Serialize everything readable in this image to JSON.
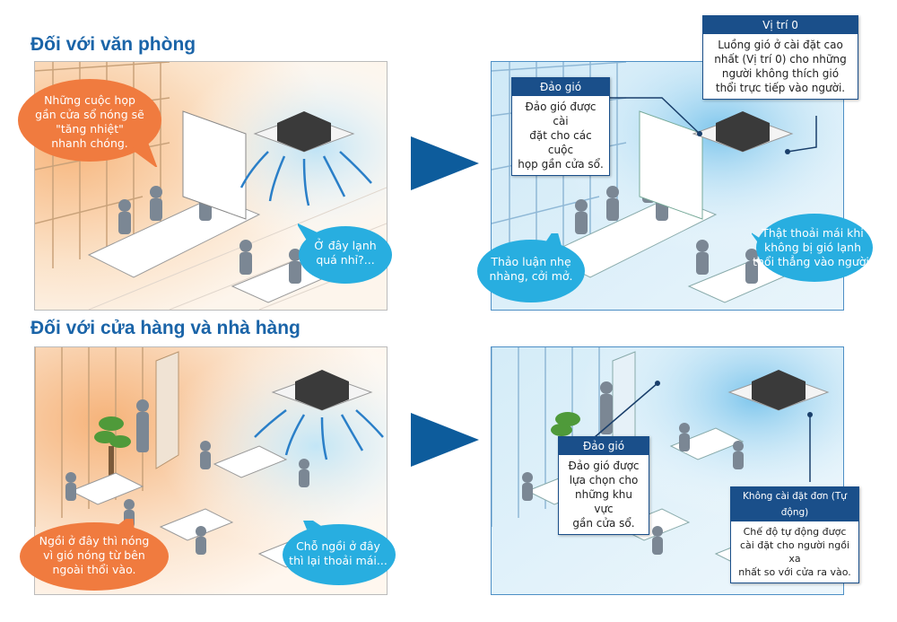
{
  "headings": {
    "office": "Đối với văn phòng",
    "store": "Đối với cửa hàng và nhà hàng"
  },
  "office_before": {
    "bubble_hot": "Những cuộc họp\ngần cửa sổ nóng sẽ\n\"tăng nhiệt\"\nnhanh chóng.",
    "bubble_cold": "Ở đây lạnh\nquá nhỉ?..."
  },
  "office_after": {
    "callout_vitri": {
      "title": "Vị trí 0",
      "body": "Luồng gió ở cài đặt cao\nnhất (Vị trí 0) cho những\nngười không thích gió\nthổi trực tiếp vào người."
    },
    "callout_daogio": {
      "title": "Đảo gió",
      "body": "Đảo gió được cài\nđặt cho các cuộc\nhọp gần cửa sổ."
    },
    "bubble_discuss": "Thảo luận nhẹ\nnhàng, cởi mở.",
    "bubble_comfort": "Thật thoải mái khi\nkhông bị gió lạnh\nthổi thẳng vào người."
  },
  "store_before": {
    "bubble_hot": "Ngồi ở đây thì nóng\nvì gió nóng từ bên\nngoài thổi vào.",
    "bubble_cool": "Chỗ ngồi ở đây\nthì lại thoải mái..."
  },
  "store_after": {
    "callout_daogio": {
      "title": "Đảo gió",
      "body": "Đảo gió được\nlựa chọn cho\nnhững khu vực\ngần cửa sổ."
    },
    "callout_auto": {
      "title": "Không cài đặt đơn (Tự động)",
      "body": "Chế độ tự động được\ncài đặt cho người ngồi xa\nnhất so với cửa ra vào."
    }
  },
  "colors": {
    "heading": "#1a64a8",
    "orange_bubble": "#f07b3f",
    "blue_bubble": "#28aee0",
    "callout_header": "#1a4f8a",
    "arrow": "#0d5c9c"
  }
}
